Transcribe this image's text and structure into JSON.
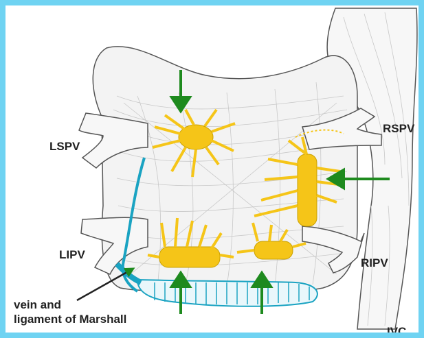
{
  "labels": {
    "lspv": "LSPV",
    "lipv": "LIPV",
    "rspv": "RSPV",
    "ripv": "RIPV",
    "ivc": "IVC",
    "marshall_line1": "vein and",
    "marshall_line2": "ligament of Marshall"
  },
  "colors": {
    "frame": "#6fd3f2",
    "ganglia": "#f5c518",
    "arrows": "#1e8a1e",
    "vein_of_marshall": "#1aa3c2",
    "tissue_outline": "#555555",
    "fibers": "#c8c8c8"
  }
}
